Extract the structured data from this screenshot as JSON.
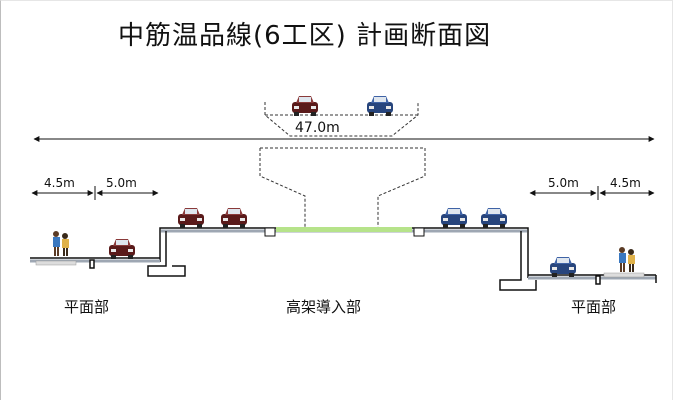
{
  "title": "中筋温品線(6工区)  計画断面図",
  "dimensions": {
    "total": "47.0m",
    "left_sidewalk": "4.5m",
    "left_road": "5.0m",
    "right_road": "5.0m",
    "right_sidewalk": "4.5m"
  },
  "sections": {
    "left": "平面部",
    "center": "高架導入部",
    "right": "平面部"
  },
  "colors": {
    "median": "#b6e38a",
    "car_red": "#6b1d1d",
    "car_blue": "#2b4f8c",
    "ground": "#9ea7b3"
  }
}
